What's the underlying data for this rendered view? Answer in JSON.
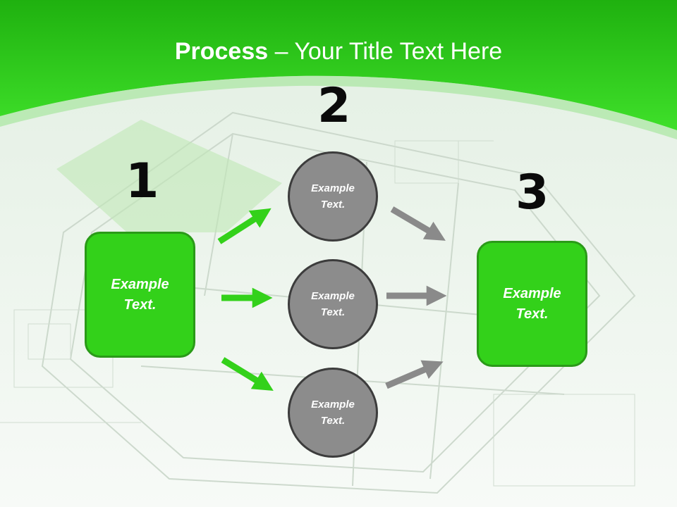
{
  "title": {
    "bold": "Process",
    "rest": " – Your Title Text Here"
  },
  "colors": {
    "accent": "#33d11a",
    "accent_dark": "#2a9a18",
    "circle": "#8c8c8c",
    "arrow_gray": "#8a8a8a"
  },
  "stages": [
    {
      "number": "1",
      "text": "Example Text."
    },
    {
      "number": "2",
      "items": [
        "Example Text.",
        "Example Text.",
        "Example Text."
      ]
    },
    {
      "number": "3",
      "text": "Example Text."
    }
  ]
}
